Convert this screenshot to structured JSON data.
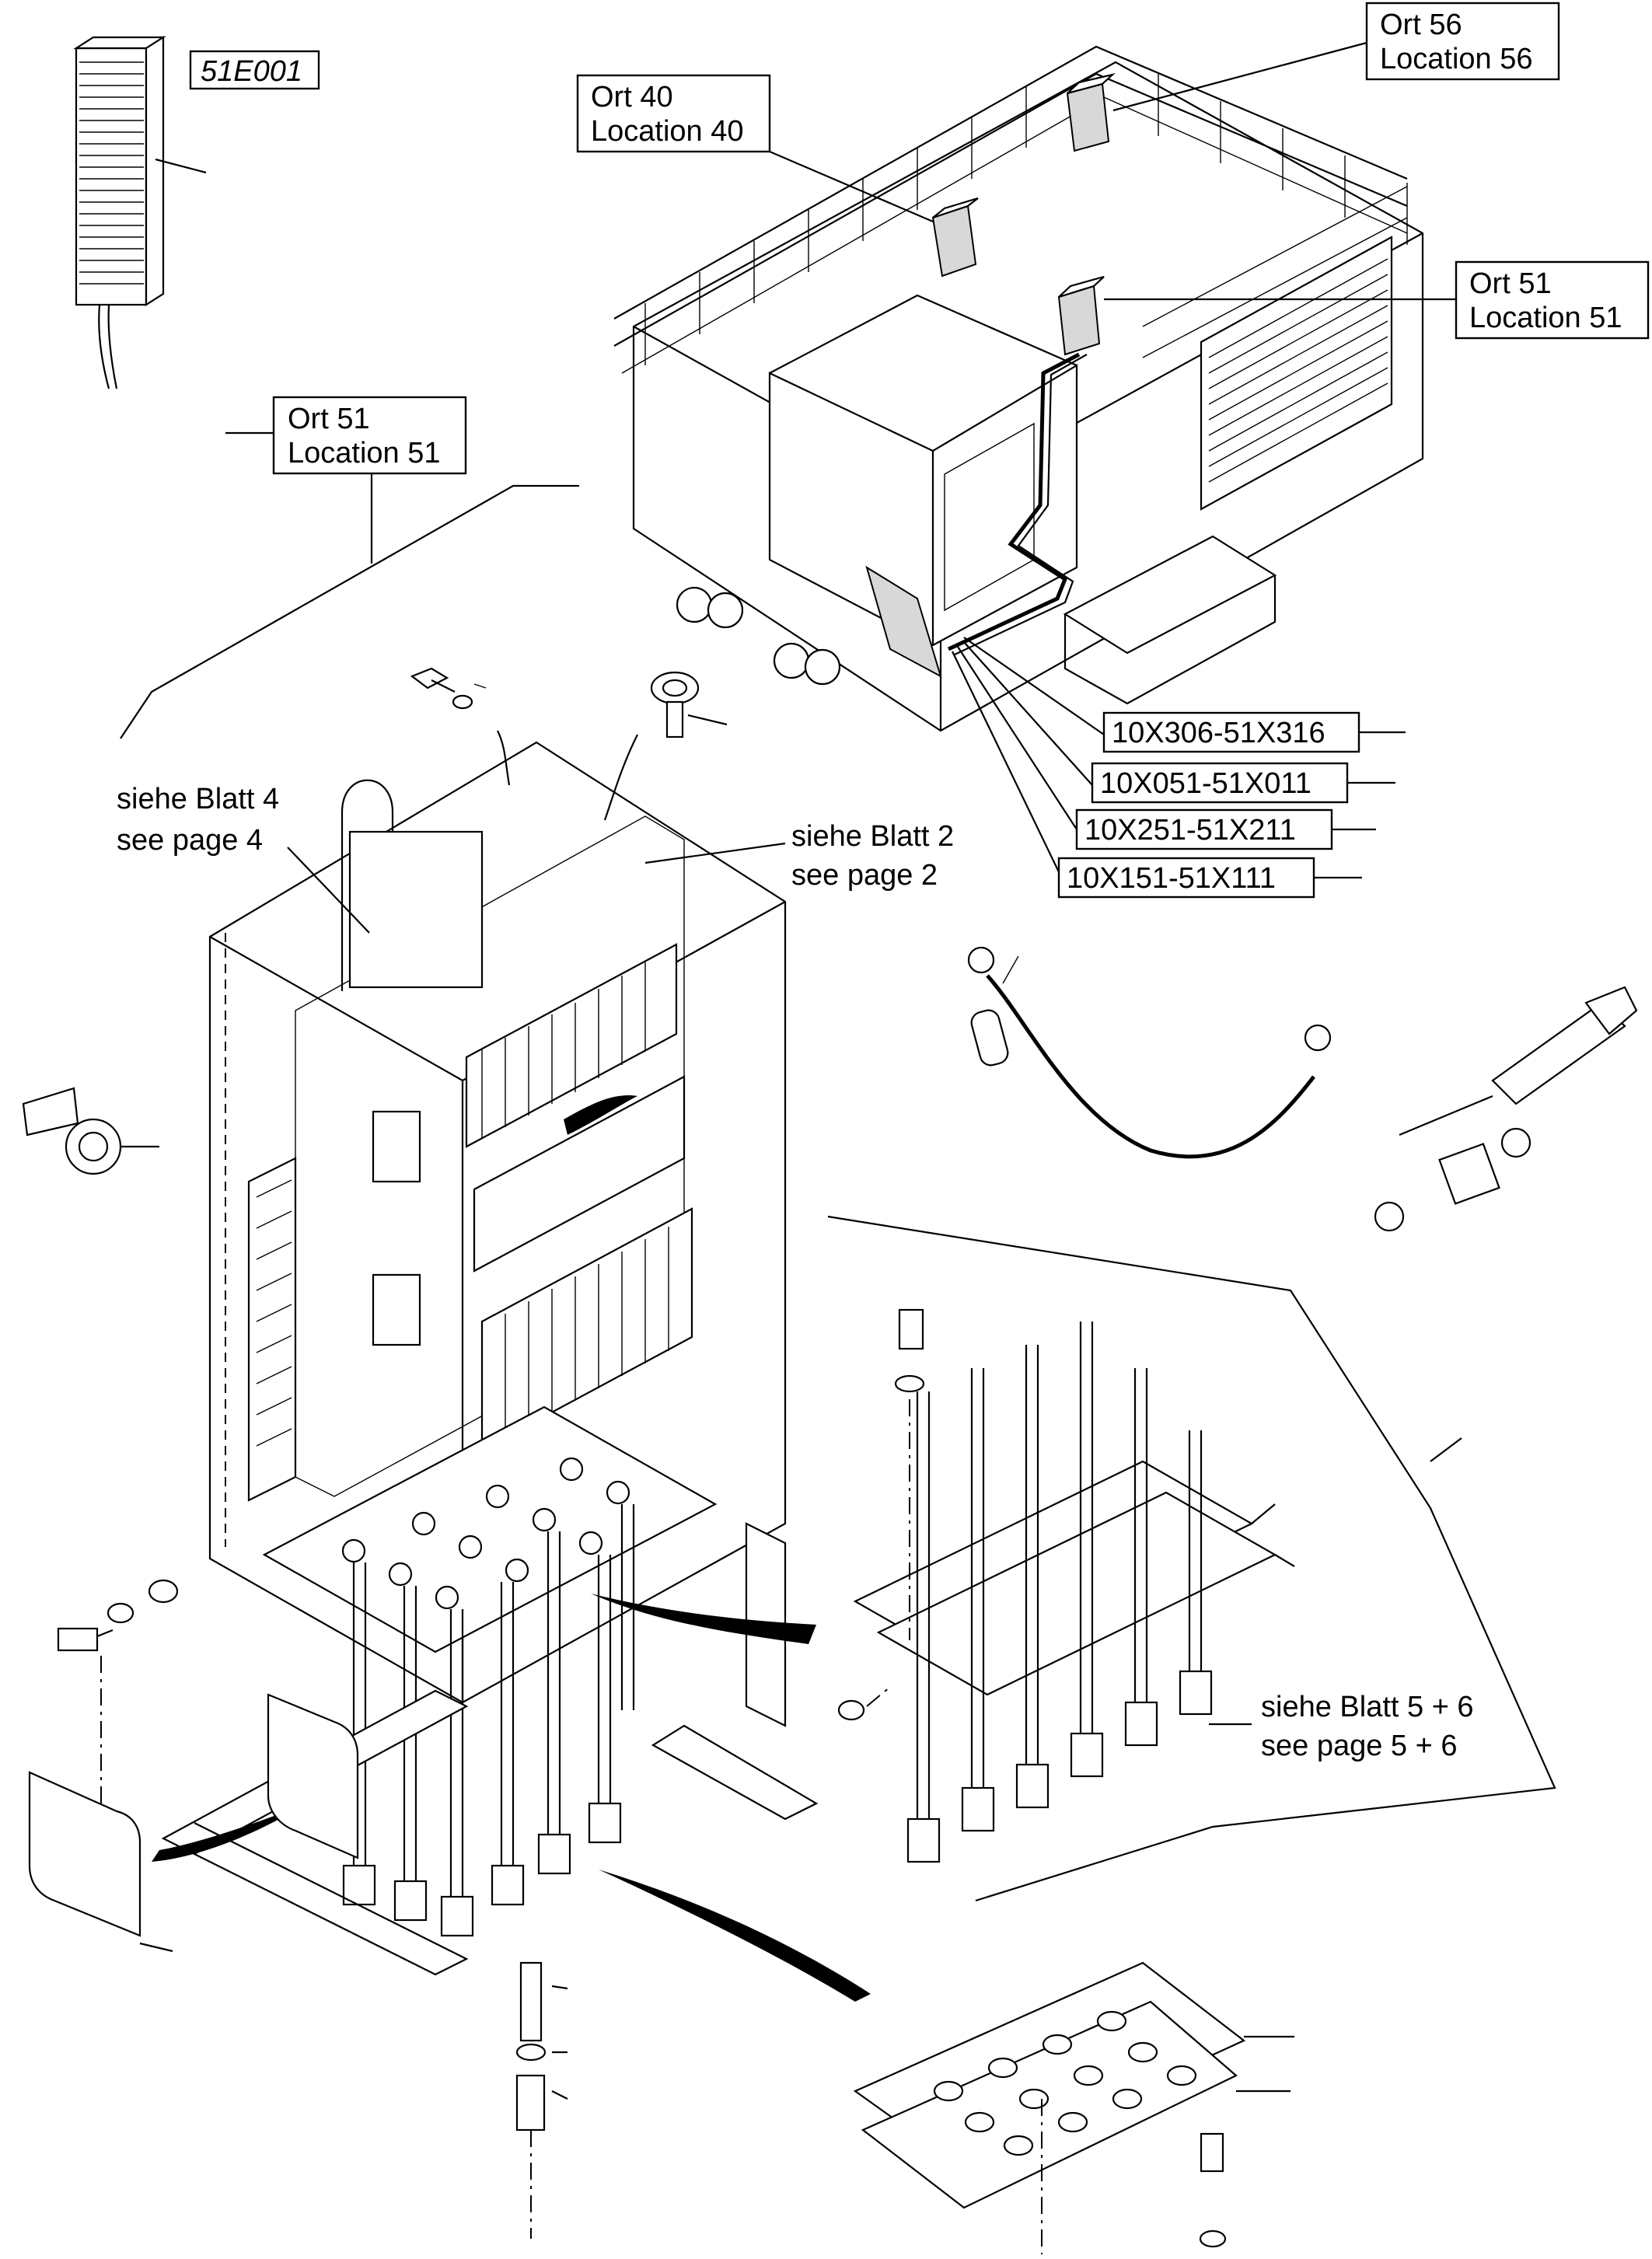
{
  "part_number": "51E001",
  "callouts": {
    "loc56_de": "Ort 56",
    "loc56_en": "Location 56",
    "loc40_de": "Ort 40",
    "loc40_en": "Location 40",
    "loc51_top_de": "Ort 51",
    "loc51_top_en": "Location 51",
    "loc51_left_de": "Ort 51",
    "loc51_left_en": "Location 51"
  },
  "cables": [
    "10X306-51X316",
    "10X051-51X011",
    "10X251-51X211",
    "10X151-51X111"
  ],
  "references": {
    "page4_de": "siehe Blatt 4",
    "page4_en": "see page 4",
    "page2_de": "siehe Blatt 2",
    "page2_en": "see page 2",
    "page56_de": "siehe Blatt 5 + 6",
    "page56_en": "see page 5 + 6"
  }
}
